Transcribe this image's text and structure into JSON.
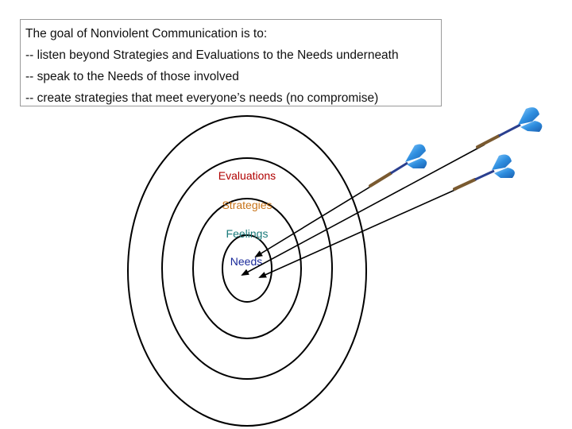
{
  "goal_box": {
    "heading": "The goal of Nonviolent Communication is to:",
    "points": [
      "-- listen beyond Strategies and Evaluations to the Needs underneath",
      "-- speak to the Needs of those involved",
      "-- create strategies that meet everyone’s needs (no compromise)"
    ]
  },
  "target": {
    "rings": [
      {
        "label": "Evaluations",
        "color": "#b00000"
      },
      {
        "label": "Strategies",
        "color": "#c8741a"
      },
      {
        "label": "Feelings",
        "color": "#1a7a7a"
      },
      {
        "label": "Needs",
        "color": "#1a2a9a"
      }
    ],
    "ring_stroke_color": "#000000",
    "dart_color": "#2f8fe0",
    "dart_shaft_color": "#2a3f8f",
    "dart_barrel_color": "#7a5a30"
  }
}
